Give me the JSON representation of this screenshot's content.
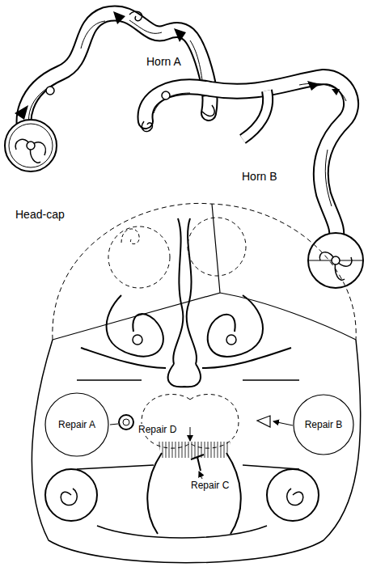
{
  "diagram": {
    "nodes": [
      {
        "text": [
          "Repair A"
        ]
      },
      {
        "text": [
          "Repair D"
        ]
      },
      {
        "text": [
          "Repair B"
        ]
      }
    ],
    "labels": [
      "Horn A",
      "Horn B",
      "Head-cap",
      "Repair C"
    ]
  }
}
